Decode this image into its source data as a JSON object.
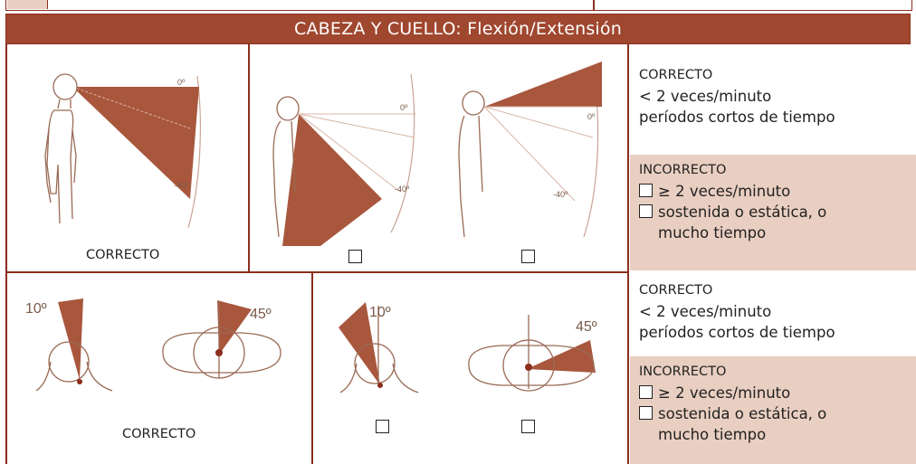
{
  "header": {
    "title": "CABEZA Y CUELLO: Flexión/Extensión"
  },
  "section1": {
    "correct_image_caption": "CORRECTO",
    "angle_zero": "0º",
    "angle_minus40": "-40º",
    "correct": {
      "heading": "CORRECTO",
      "line1": "< 2 veces/minuto",
      "line2": "períodos cortos de tiempo"
    },
    "incorrect": {
      "heading": "INCORRECTO",
      "option1": "≥ 2 veces/minuto",
      "option2_line1": "sostenida o estática, o",
      "option2_line2": "mucho tiempo"
    }
  },
  "section2": {
    "correct_image_caption": "CORRECTO",
    "angle_10": "10º",
    "angle_45": "45º",
    "correct": {
      "heading": "CORRECTO",
      "line1": "< 2 veces/minuto",
      "line2": "períodos cortos de tiempo"
    },
    "incorrect": {
      "heading": "INCORRECTO",
      "option1": "≥ 2 veces/minuto",
      "option2_line1": "sostenida o estática, o",
      "option2_line2": "mucho tiempo"
    }
  },
  "colors": {
    "brand": "#a0472f",
    "border": "#8b2e1d",
    "fill_dark": "#a8573d",
    "fill_light": "#e9cfc1"
  }
}
